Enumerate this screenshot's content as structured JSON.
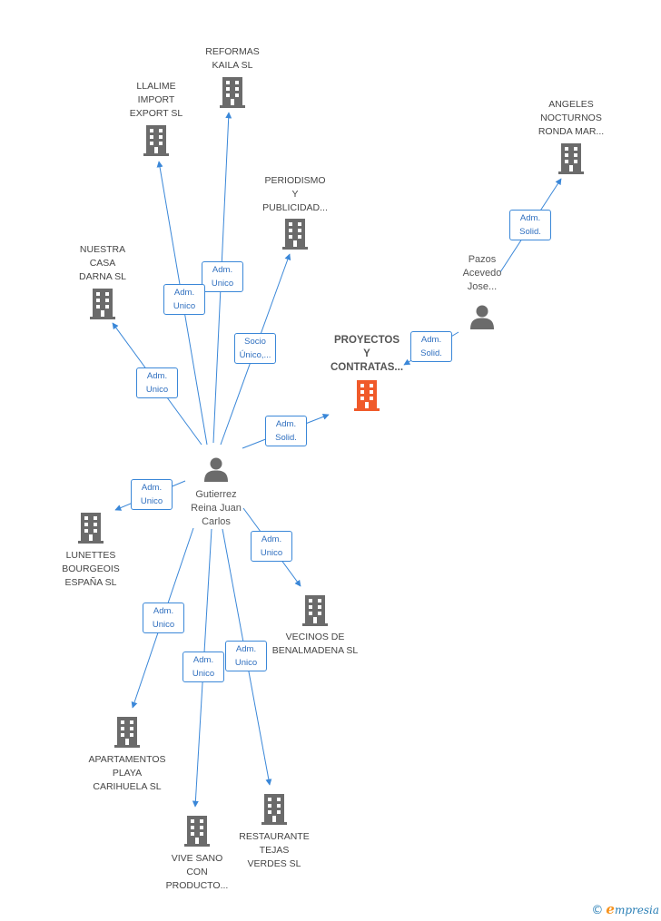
{
  "colors": {
    "edge": "#3a87d8",
    "building": "#6b6b6b",
    "building_main": "#f05a2a",
    "person": "#6b6b6b",
    "label_text": "#444444",
    "edge_label_text": "#2f6fbf"
  },
  "companies": [
    {
      "id": "reformas",
      "lines": [
        "REFORMAS",
        "KAILA SL"
      ],
      "main": false
    },
    {
      "id": "llalime",
      "lines": [
        "LLALIME",
        "IMPORT",
        "EXPORT SL"
      ],
      "main": false
    },
    {
      "id": "angeles",
      "lines": [
        "ANGELES",
        "NOCTURNOS",
        "RONDA MAR..."
      ],
      "main": false
    },
    {
      "id": "periodismo",
      "lines": [
        "PERIODISMO",
        "Y",
        "PUBLICIDAD..."
      ],
      "main": false
    },
    {
      "id": "nuestra",
      "lines": [
        "NUESTRA",
        "CASA",
        "DARNA SL"
      ],
      "main": false
    },
    {
      "id": "proyectos",
      "lines": [
        "PROYECTOS",
        "Y",
        "CONTRATAS..."
      ],
      "main": true
    },
    {
      "id": "lunettes",
      "lines": [
        "LUNETTES",
        "BOURGEOIS",
        "ESPAÑA SL"
      ],
      "main": false
    },
    {
      "id": "vecinos",
      "lines": [
        "VECINOS DE",
        "BENALMADENA SL"
      ],
      "main": false
    },
    {
      "id": "apartamentos",
      "lines": [
        "APARTAMENTOS",
        "PLAYA",
        "CARIHUELA SL"
      ],
      "main": false
    },
    {
      "id": "restaurante",
      "lines": [
        "RESTAURANTE",
        "TEJAS",
        "VERDES SL"
      ],
      "main": false
    },
    {
      "id": "vive",
      "lines": [
        "VIVE SANO",
        "CON",
        "PRODUCTO..."
      ],
      "main": false
    }
  ],
  "persons": [
    {
      "id": "pazos",
      "lines": [
        "Pazos",
        "Acevedo",
        "Jose..."
      ]
    },
    {
      "id": "gutierrez",
      "lines": [
        "Gutierrez",
        "Reina Juan",
        "Carlos"
      ]
    }
  ],
  "edges": [
    {
      "from": "gutierrez",
      "to": "reformas",
      "lines": [
        "Adm.",
        "Unico"
      ]
    },
    {
      "from": "gutierrez",
      "to": "llalime",
      "lines": [
        "Adm.",
        "Unico"
      ]
    },
    {
      "from": "gutierrez",
      "to": "periodismo",
      "lines": [
        "Socio",
        "Único,..."
      ]
    },
    {
      "from": "gutierrez",
      "to": "nuestra",
      "lines": [
        "Adm.",
        "Unico"
      ]
    },
    {
      "from": "gutierrez",
      "to": "proyectos",
      "lines": [
        "Adm.",
        "Solid."
      ]
    },
    {
      "from": "pazos",
      "to": "proyectos",
      "lines": [
        "Adm.",
        "Solid."
      ]
    },
    {
      "from": "pazos",
      "to": "angeles",
      "lines": [
        "Adm.",
        "Solid."
      ]
    },
    {
      "from": "gutierrez",
      "to": "lunettes",
      "lines": [
        "Adm.",
        "Unico"
      ]
    },
    {
      "from": "gutierrez",
      "to": "vecinos",
      "lines": [
        "Adm.",
        "Unico"
      ]
    },
    {
      "from": "gutierrez",
      "to": "apartamentos",
      "lines": [
        "Adm.",
        "Unico"
      ]
    },
    {
      "from": "gutierrez",
      "to": "vive",
      "lines": [
        "Adm.",
        "Unico"
      ]
    },
    {
      "from": "gutierrez",
      "to": "restaurante",
      "lines": [
        "Adm.",
        "Unico"
      ]
    }
  ],
  "brand": {
    "copyright": "©",
    "name": "mpresia",
    "initial": "e"
  }
}
